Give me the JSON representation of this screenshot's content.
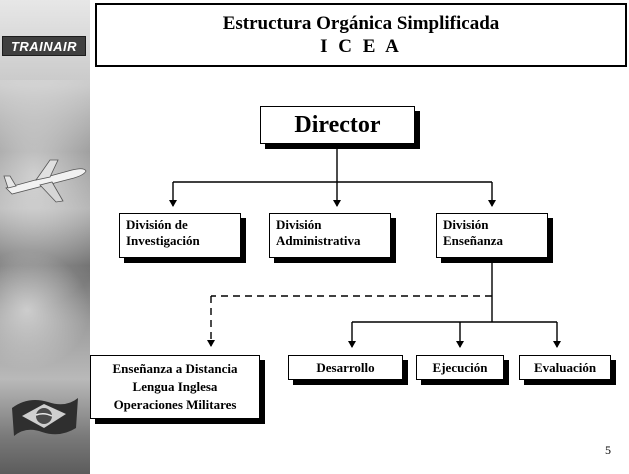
{
  "brand": {
    "logo_text": "TRAINAIR"
  },
  "title": {
    "line1": "Estructura Orgánica Simplificada",
    "line2": "I C E A"
  },
  "org": {
    "director": "Director",
    "divisions": [
      {
        "line1": "División de",
        "line2": "Investigación"
      },
      {
        "line1": "División",
        "line2": "Administrativa"
      },
      {
        "line1": "División",
        "line2": "Enseñanza"
      }
    ],
    "subunits": {
      "distance": {
        "line1": "Enseñanza a Distancia",
        "line2": "Lengua Inglesa",
        "line3": "Operaciones Militares"
      },
      "desarrollo": "Desarrollo",
      "ejecucion": "Ejecución",
      "evaluacion": "Evaluación"
    }
  },
  "page_number": "5"
}
